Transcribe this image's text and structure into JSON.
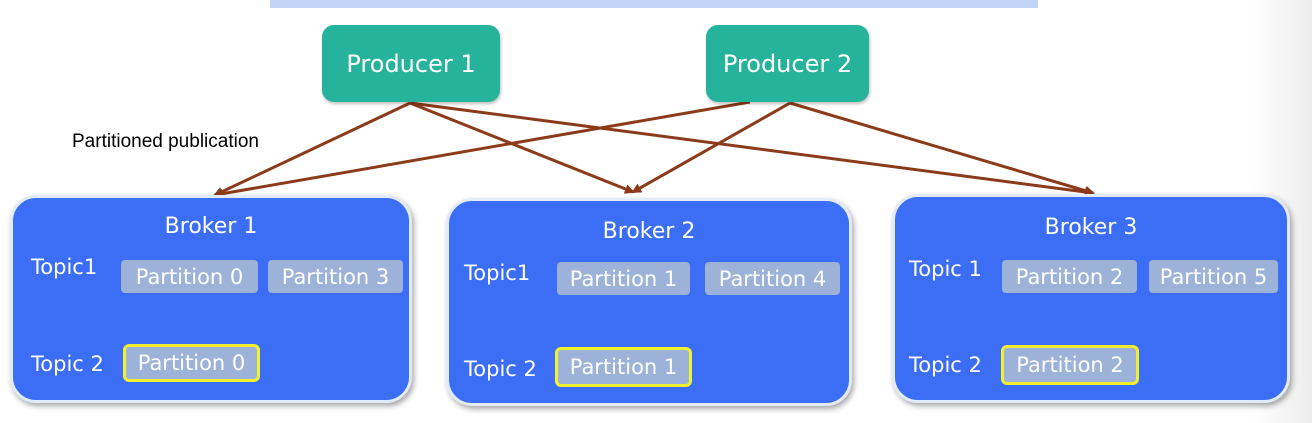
{
  "producers": [
    {
      "label": "Producer 1"
    },
    {
      "label": "Producer 2"
    }
  ],
  "annotation": "Partitioned publication",
  "brokers": [
    {
      "title": "Broker 1",
      "topic1_label": "Topic1",
      "topic1_partitions": [
        "Partition 0",
        "Partition 3"
      ],
      "topic2_label": "Topic 2",
      "topic2_partitions": [
        "Partition 0"
      ]
    },
    {
      "title": "Broker 2",
      "topic1_label": "Topic1",
      "topic1_partitions": [
        "Partition 1",
        "Partition 4"
      ],
      "topic2_label": "Topic 2",
      "topic2_partitions": [
        "Partition 1"
      ]
    },
    {
      "title": "Broker 3",
      "topic1_label": "Topic 1",
      "topic1_partitions": [
        "Partition 2",
        "Partition 5"
      ],
      "topic2_label": "Topic 2",
      "topic2_partitions": [
        "Partition 2"
      ]
    }
  ],
  "colors": {
    "producer": "#26b39b",
    "broker": "#3b6ef5",
    "partition": "#9db2d8",
    "highlight_border": "#f2ef2f",
    "arrow": "#8b3a1a"
  }
}
